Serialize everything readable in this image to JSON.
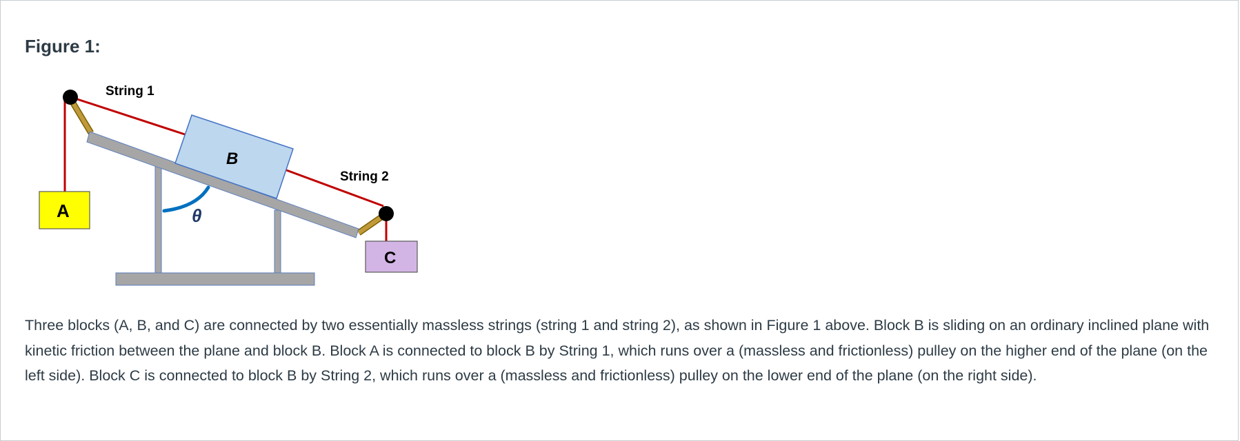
{
  "figure": {
    "title": "Figure 1:",
    "labels": {
      "string1": "String 1",
      "string2": "String 2",
      "block_a": "A",
      "block_b": "B",
      "block_c": "C",
      "angle": "θ"
    },
    "colors": {
      "string": "#c00000",
      "block_a": "#ffff00",
      "block_b": "#bdd7ee",
      "block_c": "#d3b5e5",
      "plane": "#a6a6a6",
      "pulley": "#000000",
      "pulley_arm": "#c09a3a",
      "angle_arc": "#0070c0"
    }
  },
  "text": {
    "paragraph": "Three blocks (A, B, and C) are connected by two essentially massless strings (string 1 and string 2), as shown in Figure 1 above.  Block B is sliding on an ordinary inclined plane with kinetic friction between the plane and block B.  Block A is connected to block B by String 1, which runs over a (massless and frictionless) pulley on the higher end of the plane (on the left side).   Block C is connected to block B by String 2, which runs over a (massless and frictionless) pulley on the lower end of the plane (on the right side)."
  }
}
